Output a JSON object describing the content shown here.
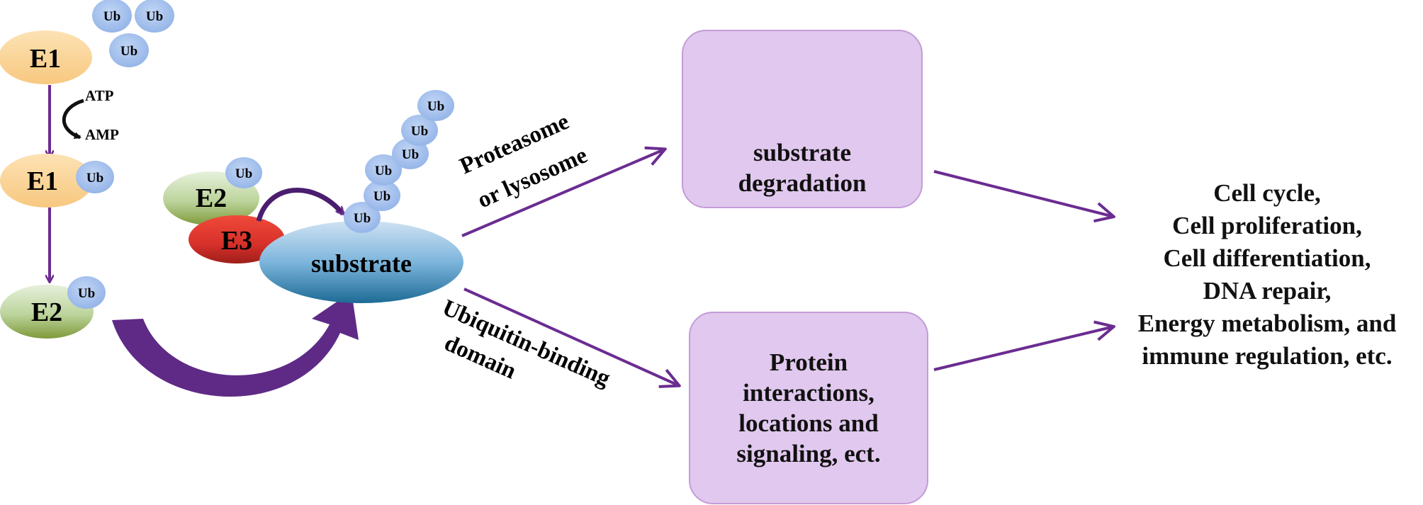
{
  "diagram": {
    "enzymes": {
      "e1": "E1",
      "e1_loaded": "E1",
      "e2_loaded": "E2",
      "e2_complex": "E2",
      "e3": "E3"
    },
    "ubiquitin_label": "Ub",
    "cofactors": {
      "atp": "ATP",
      "amp": "AMP"
    },
    "substrate_label": "substrate",
    "pathways": {
      "upper_line1": "Proteasome",
      "upper_line2": "or lysosome",
      "lower_line1": "Ubiquitin-binding",
      "lower_line2": "domain"
    },
    "boxes": {
      "degradation": "substrate\ndegradation",
      "interactions": "Protein\ninteractions,\nlocations and\nsignaling, ect."
    },
    "outcomes": [
      "Cell cycle,",
      "Cell proliferation,",
      "Cell differentiation,",
      "DNA repair,",
      "Energy metabolism, and",
      "immune regulation, etc."
    ],
    "colors": {
      "arrow_purple": "#6b2c91",
      "e1_fill": "#fbd79c",
      "e2_fill": "#c3daa9",
      "e3_fill": "#e03a2f",
      "ub_fill": "#9cbaea",
      "substrate_fill": "#6aa5cf",
      "box_fill": "#e1c8ee",
      "box_border": "#c49bd8",
      "protein_strand": "#1f4aa0"
    }
  }
}
